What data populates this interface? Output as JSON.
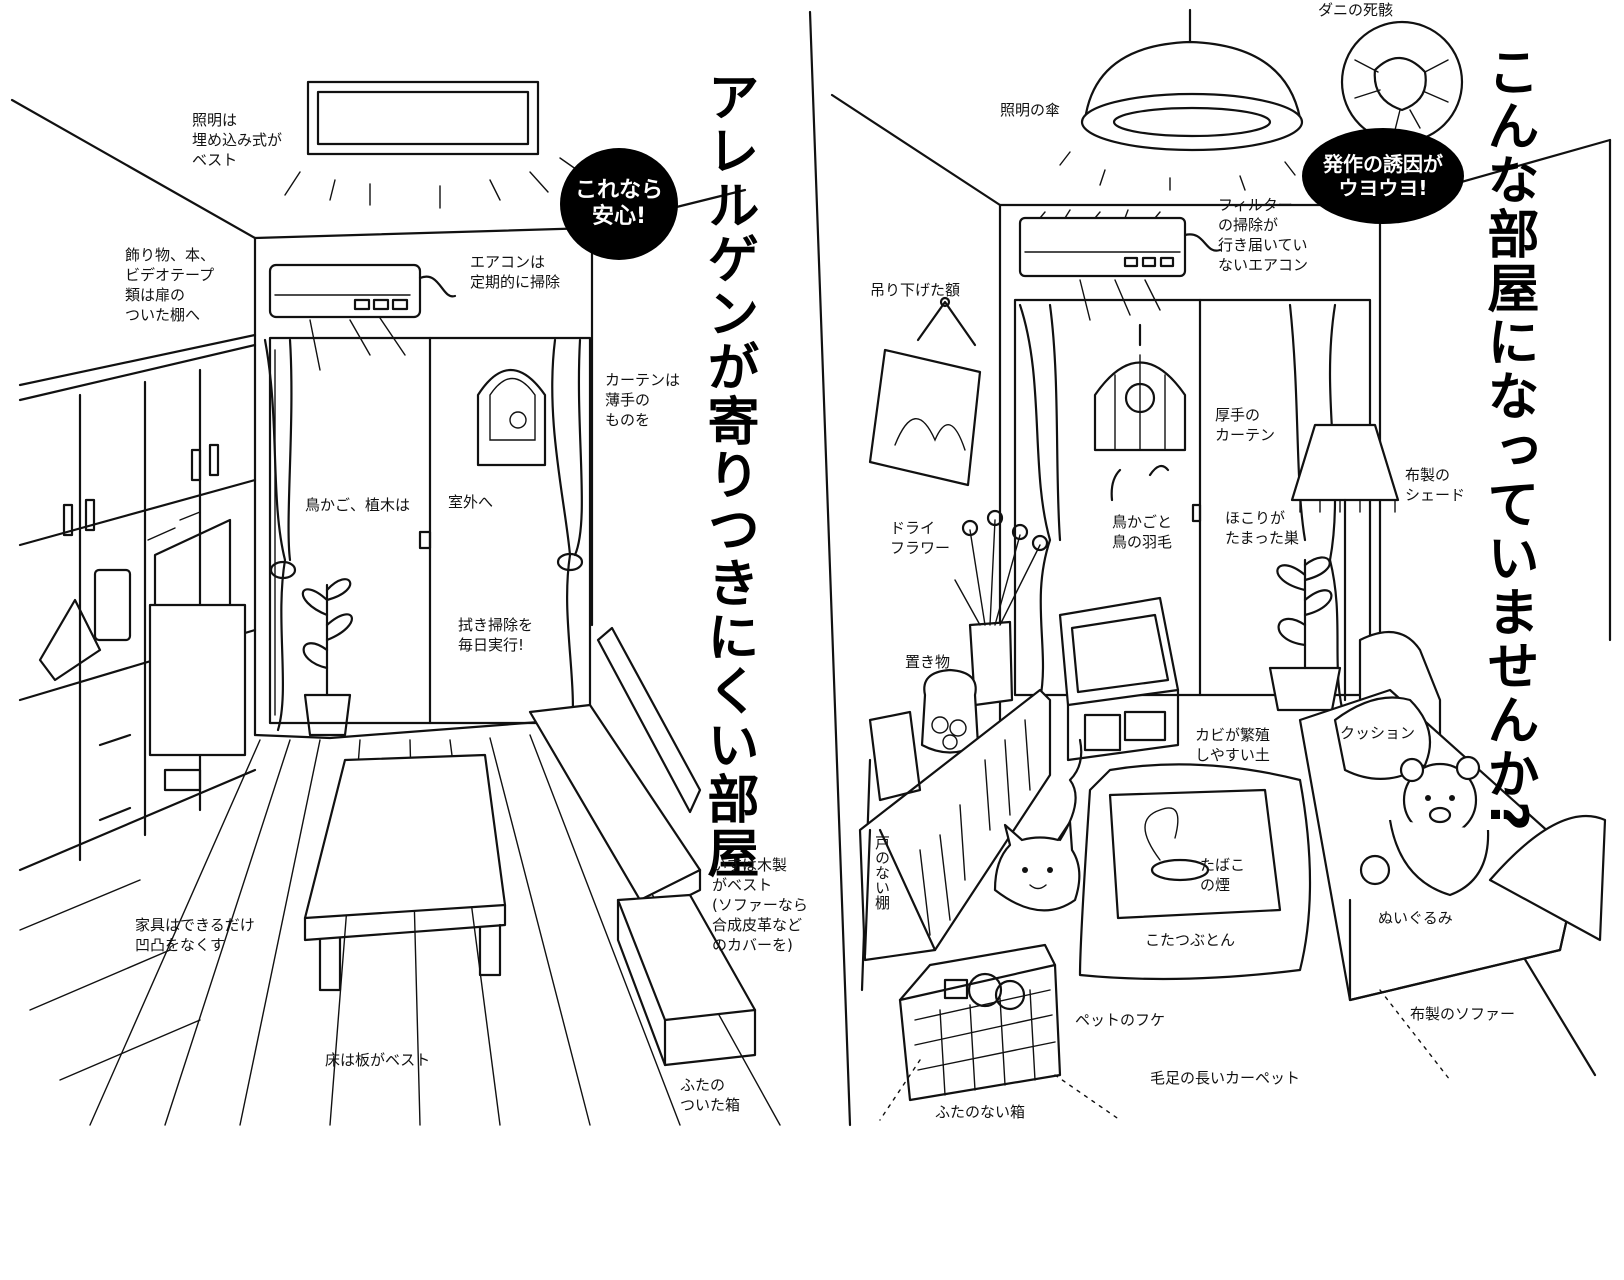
{
  "left_panel": {
    "title": "アレルゲンが寄りつきにくい部屋",
    "badge": "これなら\n安心!",
    "labels": {
      "lighting": "照明は\n埋め込み式が\nベスト",
      "decor": "飾り物、本、\nビデオテープ\n類は扉の\nついた棚へ",
      "aircon": "エアコンは\n定期的に掃除",
      "curtain": "カーテンは\n薄手の\nものを",
      "birdcage_plants": "鳥かご、植木は",
      "outdoors": "室外へ",
      "wipe": "拭き掃除を\n毎日実行!",
      "chair": "いすは木製\nがベスト\n(ソファーなら\n合成皮革など\nのカバーを)",
      "furniture": "家具はできるだけ\n凹凸をなくす",
      "floor": "床は板がベスト",
      "lidded_box": "ふたの\nついた箱"
    }
  },
  "right_panel": {
    "title": "こんな部屋になっていませんか?",
    "badge": "発作の誘因が\nウヨウヨ!",
    "labels": {
      "dead_mites": "ダニの死骸",
      "lamp_shade": "照明の傘",
      "filter": "フィルター\nの掃除が\n行き届いてい\nないエアコン",
      "frame": "吊り下げた額",
      "thick_curtain": "厚手の\nカーテン",
      "fabric_shade": "布製の\nシェード",
      "dried_flower": "ドライ\nフラワー",
      "birdcage": "鳥かごと\n鳥の羽毛",
      "dusty_nest": "ほこりが\nたまった巣",
      "ornament": "置き物",
      "mold_soil": "カビが繁殖\nしやすい土",
      "cushion": "クッション",
      "doorless_shelf": "戸のない棚",
      "cigarette": "たばこ\nの煙",
      "kotatsu": "こたつぶとん",
      "stuffed_toy": "ぬいぐるみ",
      "pet_dander": "ペットのフケ",
      "fabric_sofa": "布製のソファー",
      "carpet": "毛足の長いカーペット",
      "lidless_box": "ふたのない箱"
    }
  }
}
